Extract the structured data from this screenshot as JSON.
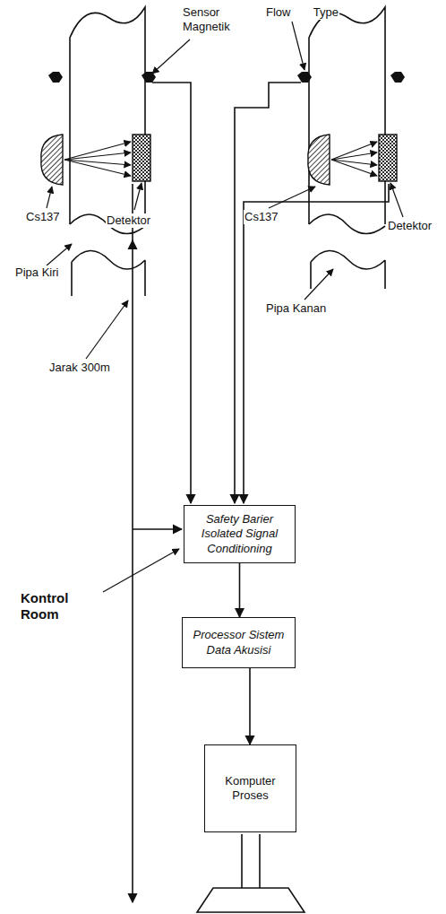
{
  "diagram": {
    "nodes": [
      {
        "text": [
          "Safety Barier Isolated Signal Conditioning"
        ]
      },
      {
        "text": [
          "Processor Sistem Data Akusisi"
        ]
      },
      {
        "text": [
          "Komputer Proses"
        ]
      }
    ],
    "edges": [
      {
        "from": 0,
        "to": 1,
        "arrow": "to"
      },
      {
        "from": 1,
        "to": 2,
        "arrow": "to"
      }
    ],
    "labels": [
      "Sensor Magnetik",
      "Flow Type",
      "Cs137",
      "Detektor",
      "Cs137",
      "Detektor",
      "Pipa Kiri",
      "Pipa Kanan",
      "Jarak 300m",
      "Kontrol Room"
    ]
  }
}
